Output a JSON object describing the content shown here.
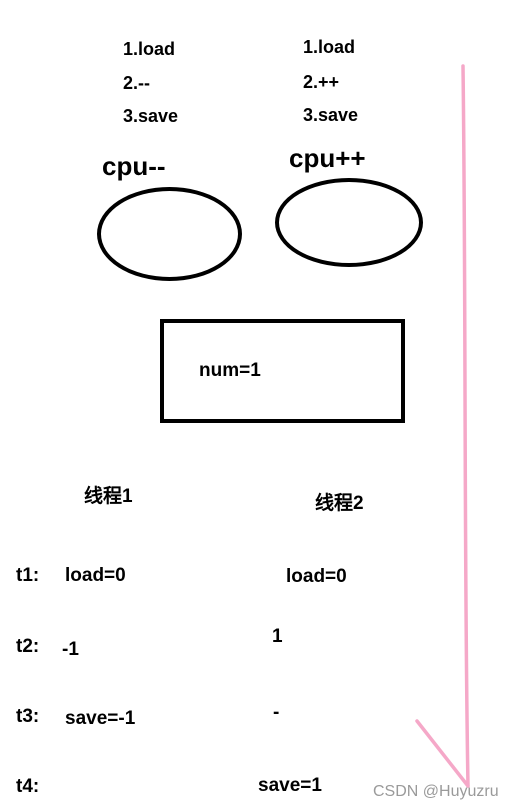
{
  "cpu_left": {
    "steps": [
      "1.load",
      "2.--",
      "3.save"
    ],
    "label": "cpu--"
  },
  "cpu_right": {
    "steps": [
      "1.load",
      "2.++",
      "3.save"
    ],
    "label": "cpu++"
  },
  "memory": {
    "label": "num=1"
  },
  "threads": {
    "thread1": "线程1",
    "thread2": "线程2"
  },
  "timeline": [
    {
      "time": "t1:",
      "thread1": "load=0",
      "thread2": "load=0"
    },
    {
      "time": "t2:",
      "thread1": "-1",
      "thread2": "1"
    },
    {
      "time": "t3:",
      "thread1": "save=-1",
      "thread2": "-"
    },
    {
      "time": "t4:",
      "thread1": "",
      "thread2": "save=1"
    }
  ],
  "watermark": "CSDN @Huyuzru",
  "colors": {
    "arrow": "#f5a8c8",
    "stroke": "#000000"
  }
}
